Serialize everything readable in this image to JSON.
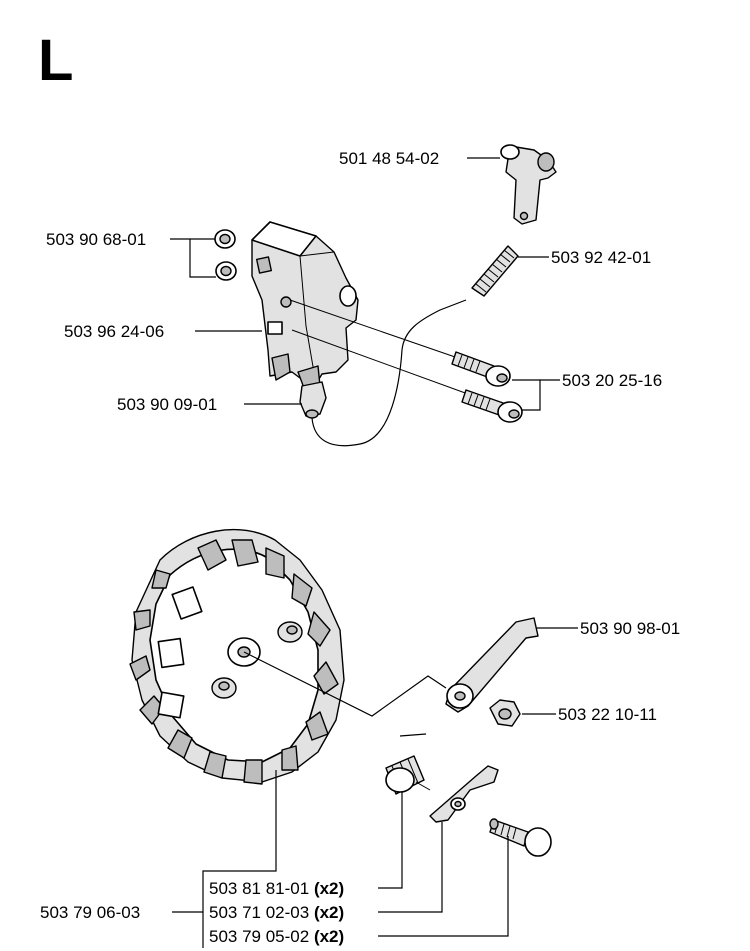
{
  "section_letter": "L",
  "parts": {
    "spark_plug_boot": "501 48 54-02",
    "washers": "503 90 68-01",
    "spring": "503 92 42-01",
    "ignition_module": "503 96 24-06",
    "screws": "503 20 25-16",
    "plug_connector": "503 90 09-01",
    "lever": "503 90 98-01",
    "nut": "503 22 10-11",
    "flywheel": "503 79 06-03",
    "flywheel_spring": "503 81 81-01",
    "pawl": "503 71 02-03",
    "pin": "503 79 05-02"
  },
  "qty_label": "(x2)"
}
